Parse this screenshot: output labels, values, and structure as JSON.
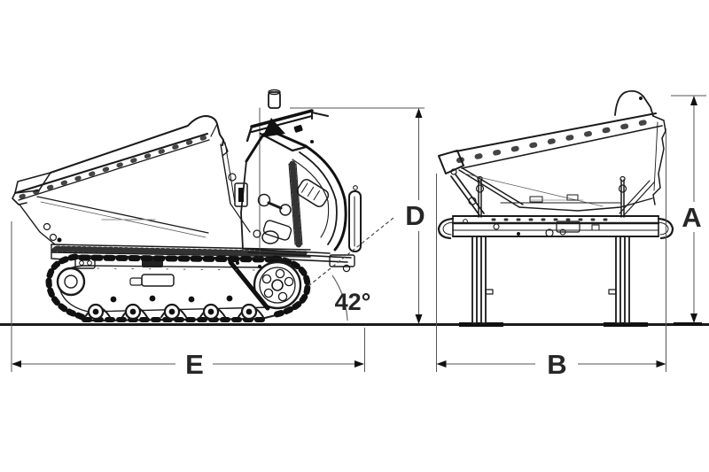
{
  "figure": {
    "type": "technical-dimension-diagram",
    "subject": "tracked mini dumper (crawler transporter), two orthographic views",
    "background": "#ffffff",
    "line_color": "#1a1a1a",
    "dimension_line_color": "#555555",
    "label_color": "#262626"
  },
  "views": {
    "side_view": {
      "name": "side view with track undercarriage, skip and controls"
    },
    "rear_view": {
      "name": "rear view of skip standing on support legs"
    }
  },
  "dimensions": {
    "height_side": {
      "label": "D"
    },
    "length": {
      "label": "E"
    },
    "height_rear": {
      "label": "A"
    },
    "width": {
      "label": "B"
    },
    "dump_angle": {
      "label": "42°"
    }
  }
}
